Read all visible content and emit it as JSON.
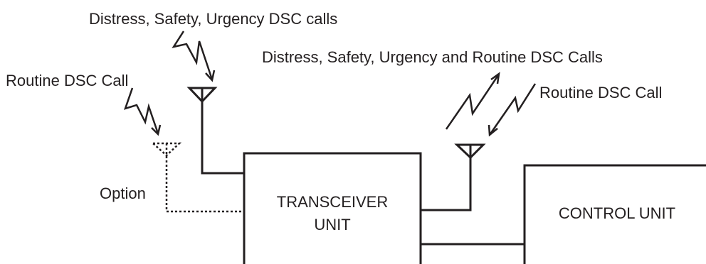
{
  "labels": {
    "distress_safety_urgency": "Distress, Safety, Urgency DSC calls",
    "all_calls": "Distress, Safety, Urgency and Routine DSC Calls",
    "routine_left": "Routine DSC Call",
    "routine_right": "Routine DSC Call",
    "option": "Option"
  },
  "units": {
    "transceiver_line1": "TRANSCEIVER",
    "transceiver_line2": "UNIT",
    "control": "CONTROL UNIT"
  },
  "colors": {
    "ink": "#231f20",
    "background": "#ffffff"
  }
}
